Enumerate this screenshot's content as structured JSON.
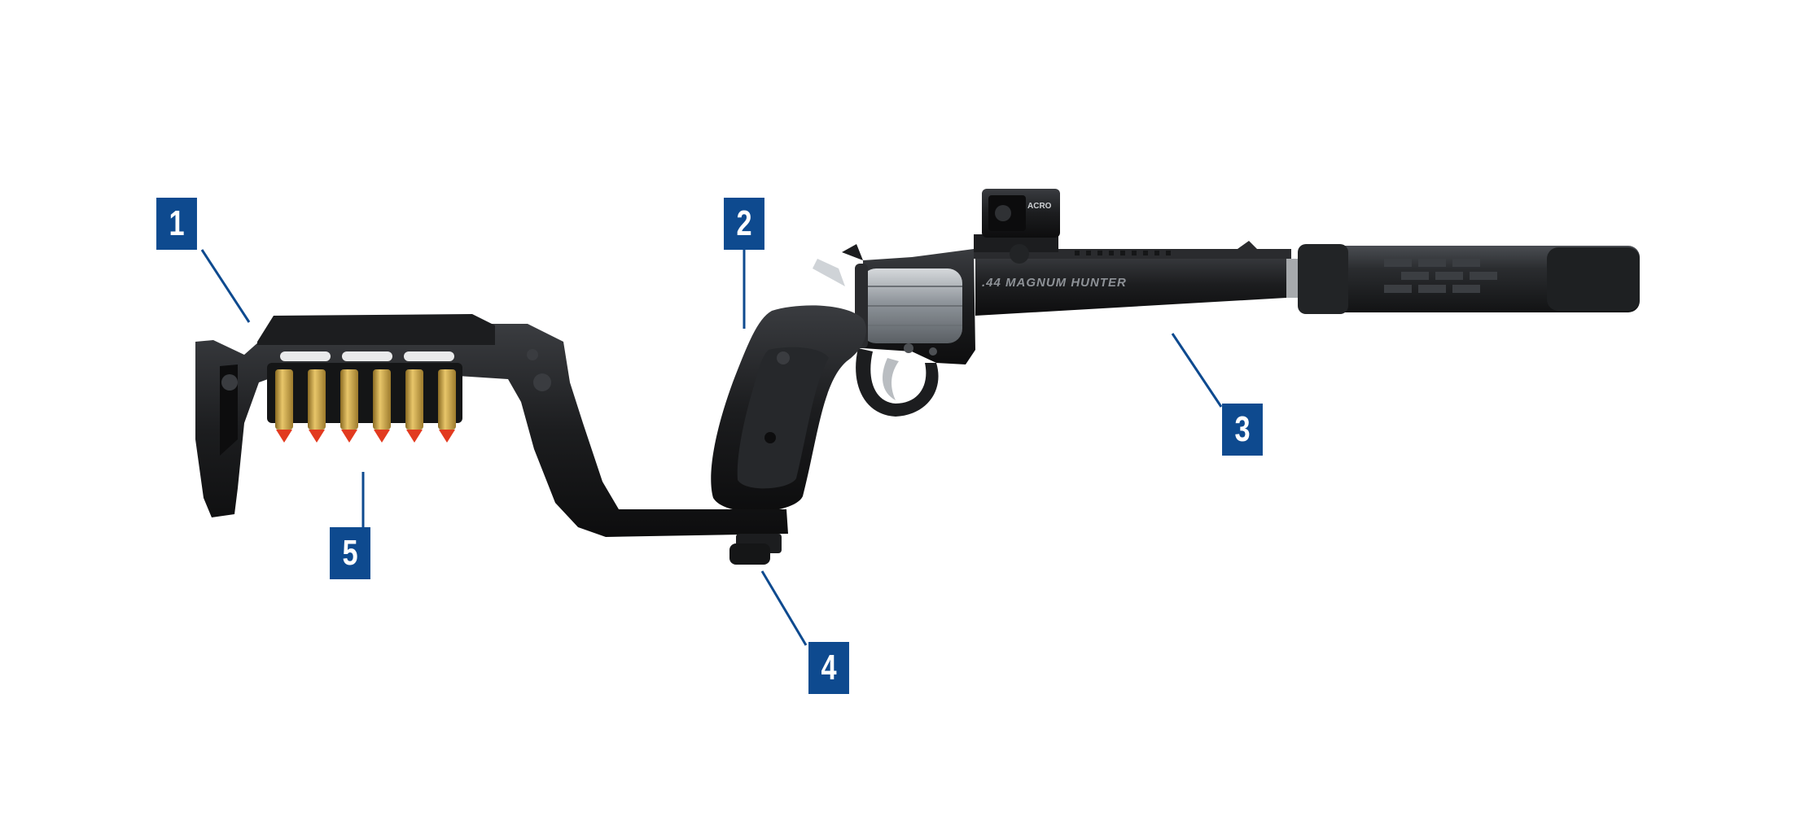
{
  "callouts": [
    {
      "number": "1",
      "target": "stock-cheek-rest"
    },
    {
      "number": "2",
      "target": "revolver-frame"
    },
    {
      "number": "3",
      "target": "barrel"
    },
    {
      "number": "4",
      "target": "stock-mount-knob"
    },
    {
      "number": "5",
      "target": "cartridge-holder"
    }
  ],
  "barrel_engraving": ".44 MAGNUM HUNTER",
  "optic_marking": "ACRO",
  "colors": {
    "callout_fill": "#0e4a8f",
    "callout_text": "#ffffff",
    "leader_line": "#0e4a8f",
    "gun_body": "#1c1d1f",
    "cylinder": "#9ea3a8",
    "brass": "#c9a14a",
    "bullet_tip": "#e23a1f"
  }
}
